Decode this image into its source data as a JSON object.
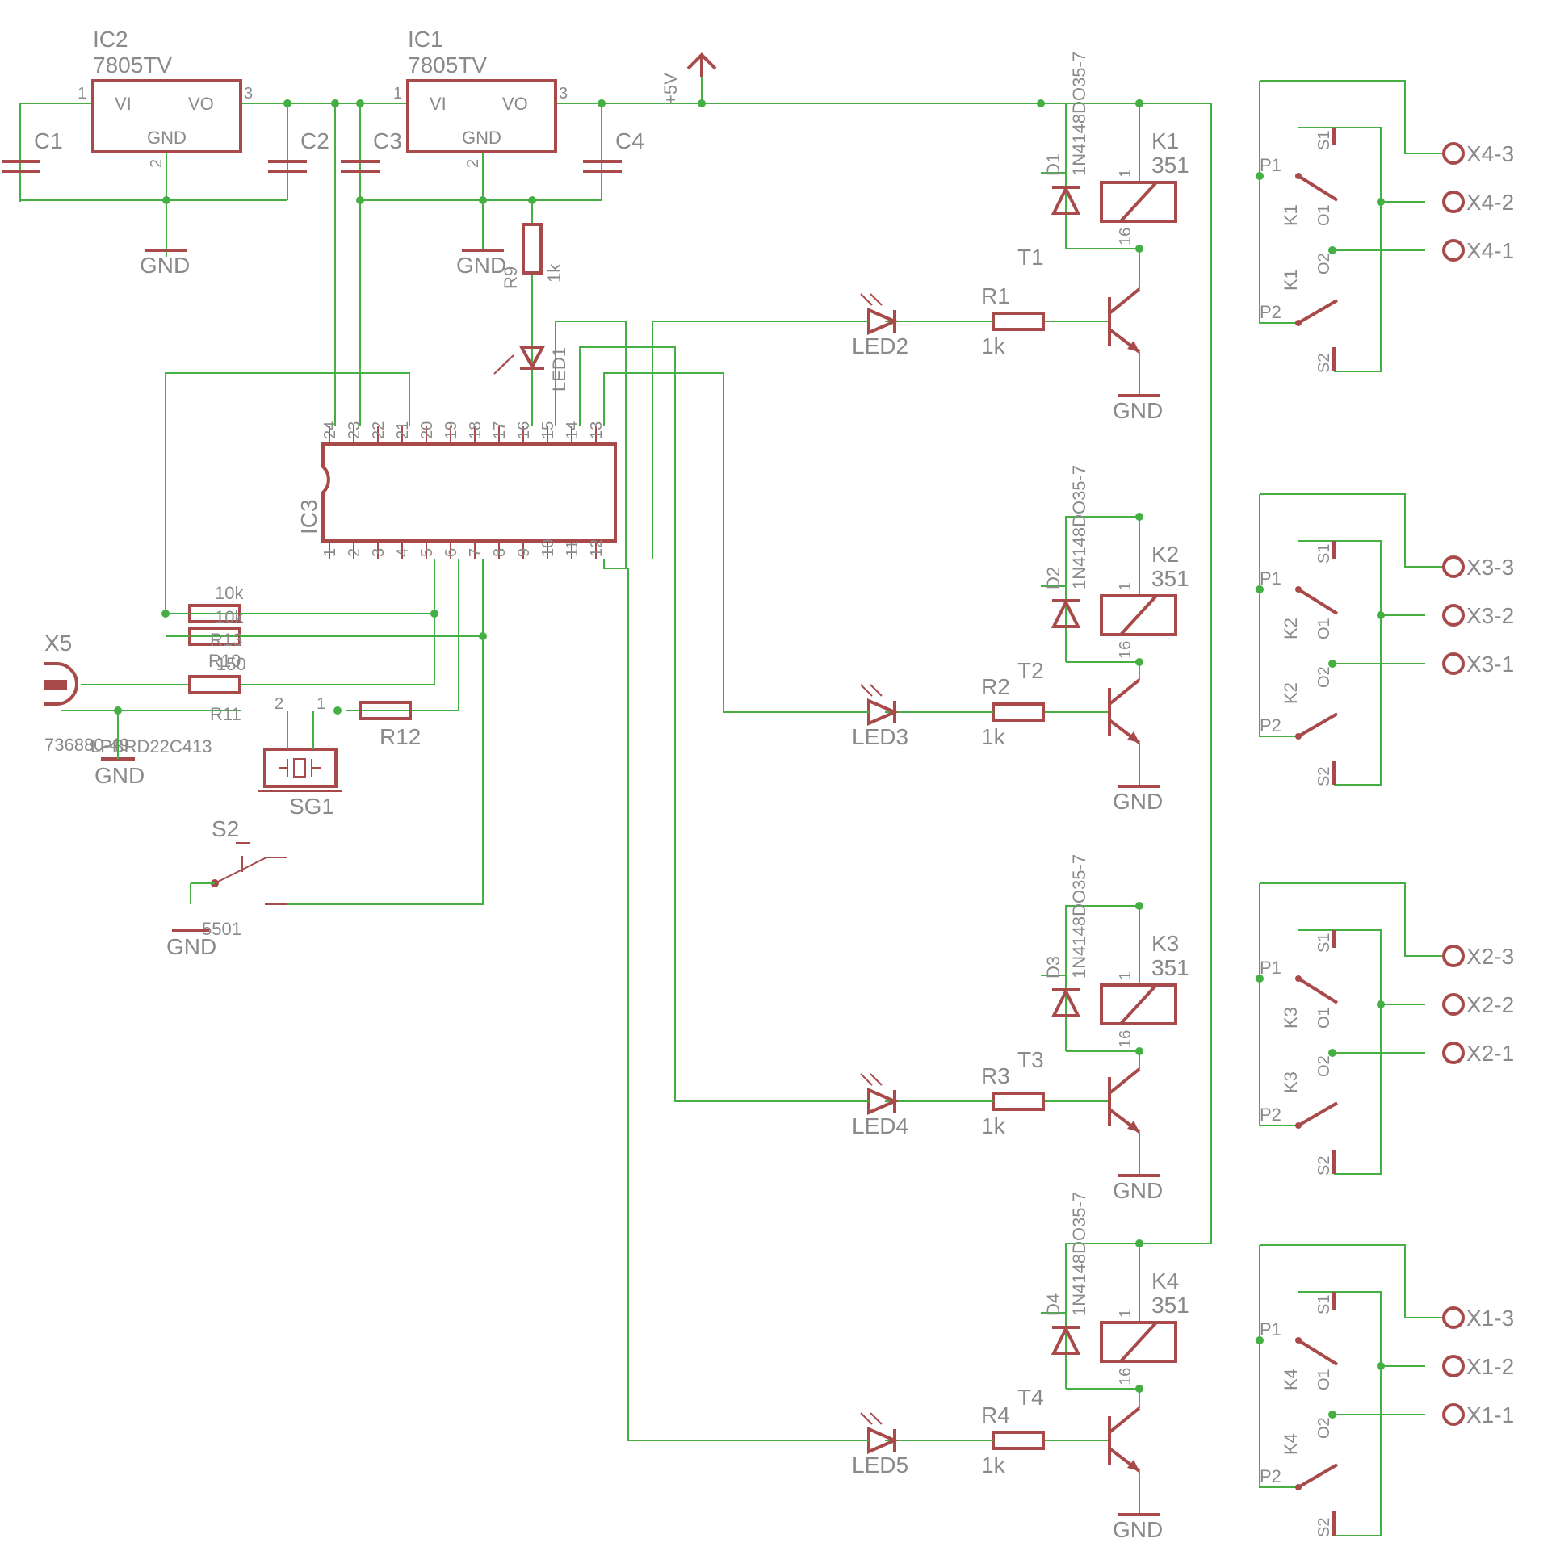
{
  "power": {
    "ic2_name": "IC2",
    "ic2_value": "7805TV",
    "ic1_name": "IC1",
    "ic1_value": "7805TV",
    "reg_vi": "VI",
    "reg_vo": "VO",
    "reg_gnd": "GND",
    "pin1": "1",
    "pin2": "2",
    "pin3": "3",
    "c1": "C1",
    "c2": "C2",
    "c3": "C3",
    "c4": "C4",
    "supply": "+5V",
    "gnd": "GND",
    "r9_name": "R9",
    "r9_value": "1k",
    "led1": "LED1"
  },
  "ic3": {
    "name": "IC3",
    "top_pins": [
      "24",
      "23",
      "22",
      "21",
      "20",
      "19",
      "18",
      "17",
      "16",
      "15",
      "14",
      "13"
    ],
    "bottom_pins": [
      "1",
      "2",
      "3",
      "4",
      "5",
      "6",
      "7",
      "8",
      "9",
      "10",
      "11",
      "12"
    ]
  },
  "inputs": {
    "r10_value": "10k",
    "r13_value": "10k",
    "r13_name": "R13",
    "r10_name": "R10",
    "r11_value": "150",
    "r11_name": "R11",
    "x5_name": "X5",
    "x5_value": "736880-49",
    "lpbr_value": "LPBRD22C413",
    "gnd": "GND",
    "sg1_name": "SG1",
    "sg1_pin1": "1",
    "sg1_pin2": "2",
    "r12_name": "R12",
    "s2_name": "S2",
    "s2_value": "5501"
  },
  "channels": [
    {
      "diode_name": "D1",
      "diode_value": "1N4148DO35-7",
      "relay_name": "K1",
      "relay_value": "351",
      "transistor": "T1",
      "led": "LED2",
      "res_name": "R1",
      "res_value": "1k",
      "gnd": "GND",
      "pin1": "1",
      "pin16": "16"
    },
    {
      "diode_name": "D2",
      "diode_value": "1N4148DO35-7",
      "relay_name": "K2",
      "relay_value": "351",
      "transistor": "T2",
      "led": "LED3",
      "res_name": "R2",
      "res_value": "1k",
      "gnd": "GND",
      "pin1": "1",
      "pin16": "16"
    },
    {
      "diode_name": "D3",
      "diode_value": "1N4148DO35-7",
      "relay_name": "K3",
      "relay_value": "351",
      "transistor": "T3",
      "led": "LED4",
      "res_name": "R3",
      "res_value": "1k",
      "gnd": "GND",
      "pin1": "1",
      "pin16": "16"
    },
    {
      "diode_name": "D4",
      "diode_value": "1N4148DO35-7",
      "relay_name": "K4",
      "relay_value": "351",
      "transistor": "T4",
      "led": "LED5",
      "res_name": "R4",
      "res_value": "1k",
      "gnd": "GND",
      "pin1": "1",
      "pin16": "16"
    }
  ],
  "contacts": [
    {
      "relay": "K1",
      "p1": "P1",
      "p2": "P2",
      "s1": "S1",
      "s2": "S2",
      "o1": "O1",
      "o2": "O2",
      "x3": "X4-3",
      "x2": "X4-2",
      "x1": "X4-1"
    },
    {
      "relay": "K2",
      "p1": "P1",
      "p2": "P2",
      "s1": "S1",
      "s2": "S2",
      "o1": "O1",
      "o2": "O2",
      "x3": "X3-3",
      "x2": "X3-2",
      "x1": "X3-1"
    },
    {
      "relay": "K3",
      "p1": "P1",
      "p2": "P2",
      "s1": "S1",
      "s2": "S2",
      "o1": "O1",
      "o2": "O2",
      "x3": "X2-3",
      "x2": "X2-2",
      "x1": "X2-1"
    },
    {
      "relay": "K4",
      "p1": "P1",
      "p2": "P2",
      "s1": "S1",
      "s2": "S2",
      "o1": "O1",
      "o2": "O2",
      "x3": "X1-3",
      "x2": "X1-2",
      "x1": "X1-1"
    }
  ],
  "colors": {
    "wire": "#44b044",
    "component": "#a84a4a",
    "label": "#8a8a8a",
    "background": "#ffffff"
  }
}
